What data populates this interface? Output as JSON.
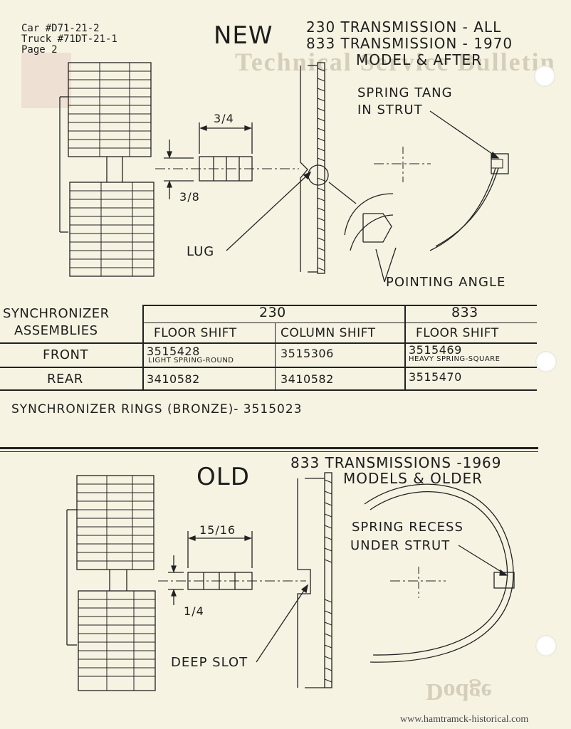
{
  "header": {
    "car": "Car #D71-21-2",
    "truck": "Truck #71DT-21-1",
    "page": "Page 2"
  },
  "new_section": {
    "heading": "NEW",
    "title_line1": "230 TRANSMISSION - ALL",
    "title_line2": "833 TRANSMISSION - 1970",
    "title_line3": "MODEL & AFTER",
    "dim_width_whole": "3",
    "dim_width_den": "4",
    "dim_height_whole": "3",
    "dim_height_den": "8",
    "callout_spring_tang_1": "SPRING TANG",
    "callout_spring_tang_2": "IN STRUT",
    "callout_lug": "LUG",
    "callout_pointing_angle": "POINTING ANGLE"
  },
  "table": {
    "row_header_1": "SYNCHRONIZER",
    "row_header_2": "ASSEMBLIES",
    "group_230": "230",
    "group_833": "833",
    "col_230_floor": "FLOOR SHIFT",
    "col_230_column": "COLUMN SHIFT",
    "col_833_floor": "FLOOR SHIFT",
    "front_label": "FRONT",
    "rear_label": "REAR",
    "front_230_floor": "3515428",
    "front_230_floor_note": "LIGHT SPRING-ROUND",
    "front_230_column": "3515306",
    "front_833_floor": "3515469",
    "front_833_floor_note": "HEAVY SPRING-SQUARE",
    "rear_230_floor": "3410582",
    "rear_230_column": "3410582",
    "rear_833_floor": "3515470"
  },
  "rings_note": "SYNCHRONIZER RINGS (BRONZE)- 3515023",
  "old_section": {
    "heading": "OLD",
    "title_line1": "833 TRANSMISSIONS -1969",
    "title_line2": "MODELS & OLDER",
    "dim_width_whole": "15",
    "dim_width_den": "16",
    "dim_height_whole": "1",
    "dim_height_den": "4",
    "callout_spring_recess_1": "SPRING RECESS",
    "callout_spring_recess_2": "UNDER STRUT",
    "callout_deep_slot": "DEEP SLOT"
  },
  "watermark": "www.hamtramck-historical.com",
  "background": {
    "bulletin_title": "Technical Service Bulletin",
    "brand": "Dodge"
  },
  "colors": {
    "paper": "#f6f3e2",
    "ink": "#1d1d1d",
    "ghost_print": "#b9b19c"
  }
}
